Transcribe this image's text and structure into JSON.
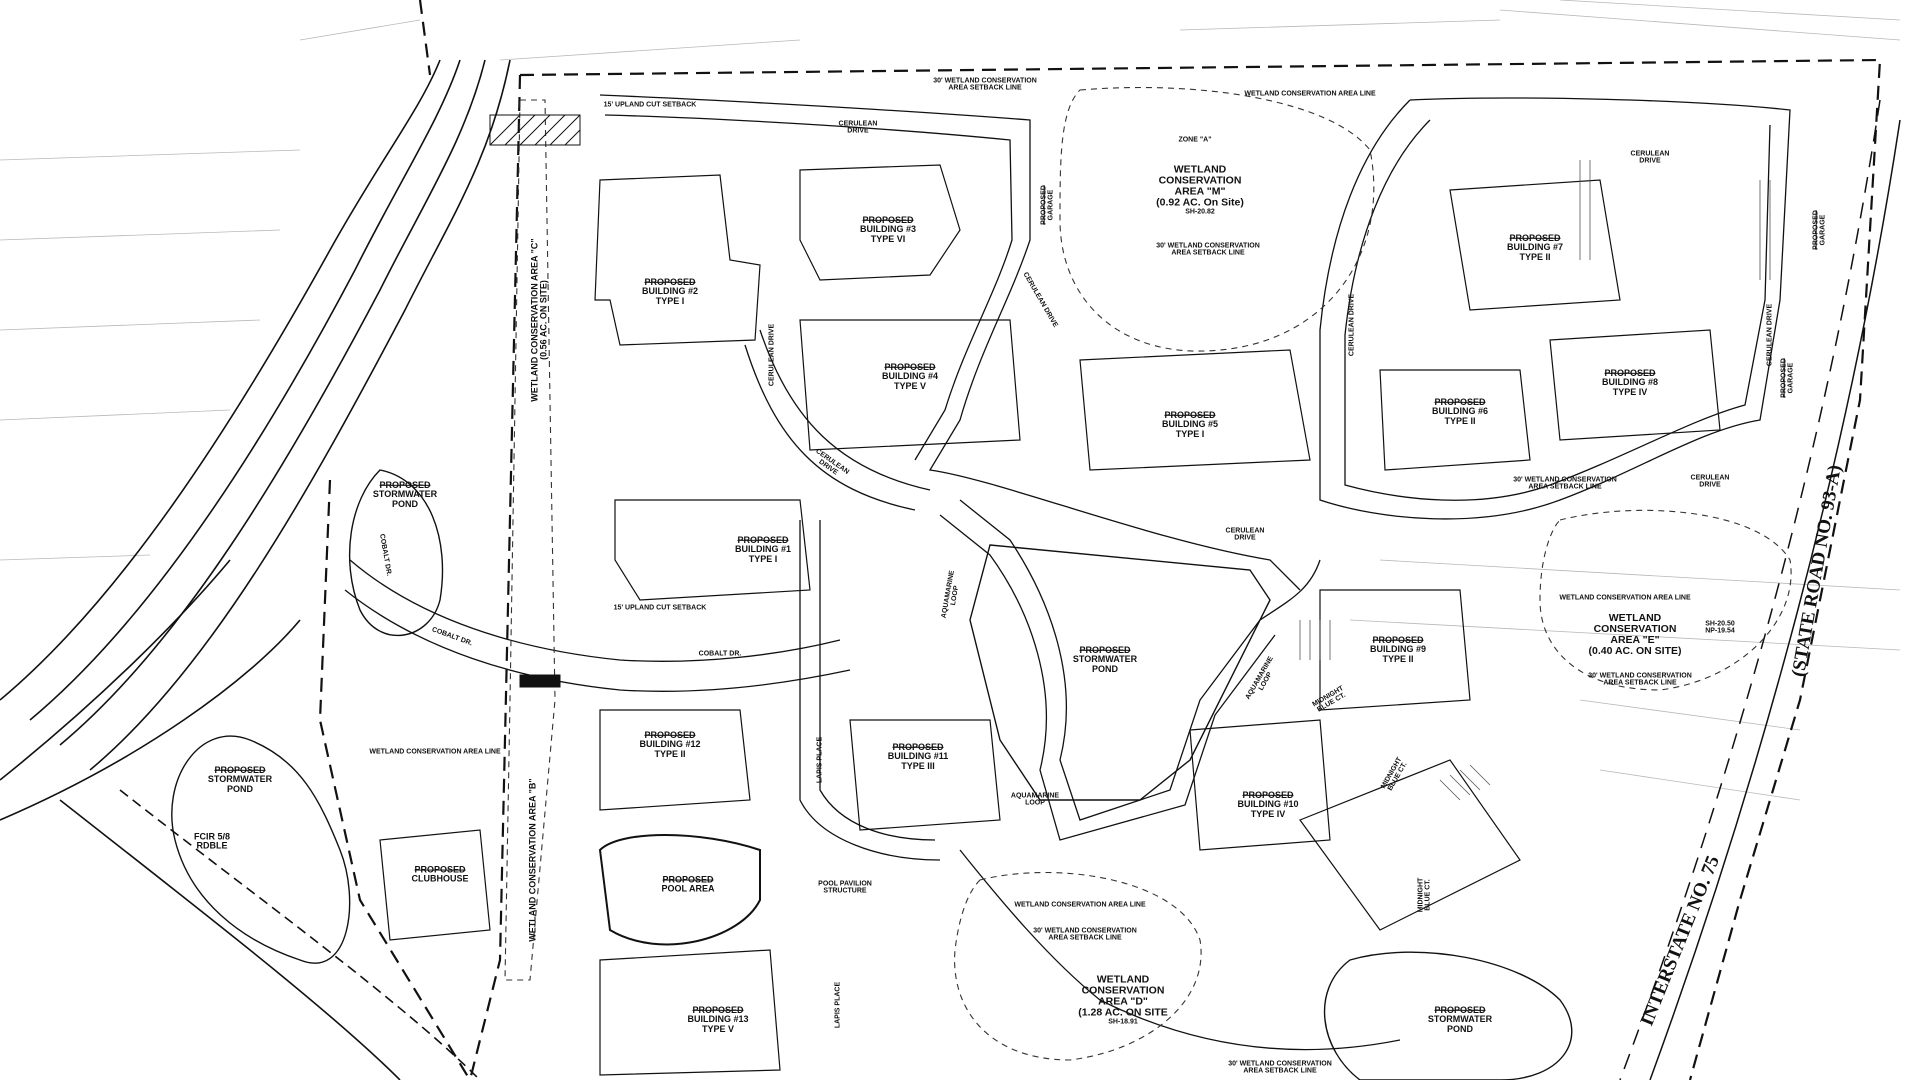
{
  "buildings": [
    {
      "id": "b1",
      "tag": "PROPOSED",
      "name": "BUILDING #1",
      "type": "TYPE I"
    },
    {
      "id": "b2",
      "tag": "PROPOSED",
      "name": "BUILDING #2",
      "type": "TYPE I"
    },
    {
      "id": "b3",
      "tag": "PROPOSED",
      "name": "BUILDING #3",
      "type": "TYPE VI"
    },
    {
      "id": "b4",
      "tag": "PROPOSED",
      "name": "BUILDING #4",
      "type": "TYPE V"
    },
    {
      "id": "b5",
      "tag": "PROPOSED",
      "name": "BUILDING #5",
      "type": "TYPE I"
    },
    {
      "id": "b6",
      "tag": "PROPOSED",
      "name": "BUILDING #6",
      "type": "TYPE II"
    },
    {
      "id": "b7",
      "tag": "PROPOSED",
      "name": "BUILDING #7",
      "type": "TYPE II"
    },
    {
      "id": "b8",
      "tag": "PROPOSED",
      "name": "BUILDING #8",
      "type": "TYPE IV"
    },
    {
      "id": "b9",
      "tag": "PROPOSED",
      "name": "BUILDING #9",
      "type": "TYPE II"
    },
    {
      "id": "b10",
      "tag": "PROPOSED",
      "name": "BUILDING #10",
      "type": "TYPE IV"
    },
    {
      "id": "b11",
      "tag": "PROPOSED",
      "name": "BUILDING #11",
      "type": "TYPE III"
    },
    {
      "id": "b12",
      "tag": "PROPOSED",
      "name": "BUILDING #12",
      "type": "TYPE II"
    },
    {
      "id": "b13",
      "tag": "PROPOSED",
      "name": "BUILDING #13",
      "type": "TYPE V"
    }
  ],
  "amenities": {
    "stormwater_tag": "PROPOSED",
    "stormwater_a": "STORMWATER",
    "stormwater_b": "POND",
    "clubhouse": "CLUBHOUSE",
    "pool": "POOL AREA",
    "garage_a": "PROPOSED",
    "garage_b": "GARAGE",
    "pool_pavilion_a": "POOL PAVILION",
    "pool_pavilion_b": "STRUCTURE",
    "zone": "ZONE \"A\""
  },
  "wetlands": {
    "m": {
      "l1": "WETLAND",
      "l2": "CONSERVATION",
      "l3": "AREA \"M\"",
      "l4": "(0.92 AC. On Site)",
      "l5": "SH-20.82"
    },
    "e": {
      "l1": "WETLAND",
      "l2": "CONSERVATION",
      "l3": "AREA \"E\"",
      "l4": "(0.40 AC. ON SITE)",
      "l5": "SH-20.50",
      "l6": "NP-19.54"
    },
    "d": {
      "l1": "WETLAND",
      "l2": "CONSERVATION",
      "l3": "AREA \"D\"",
      "l4": "(1.28 AC. ON SITE",
      "l5": "SH-18.91"
    },
    "b": {
      "l1": "WETLAND CONSERVATION AREA \"B\""
    },
    "c": {
      "l1": "WETLAND CONSERVATION AREA \"C\"",
      "l2": "(0.56 AC. ON SITE)"
    },
    "line": "WETLAND CONSERVATION AREA LINE",
    "setback_a": "30' WETLAND CONSERVATION",
    "setback_b": "AREA SETBACK LINE",
    "upland": "15' UPLAND CUT SETBACK"
  },
  "streets": {
    "cerulean": "CERULEAN DRIVE",
    "cerulean_a": "CERULEAN",
    "cerulean_b": "DRIVE",
    "cobalt": "COBALT DR.",
    "aquamarine_a": "AQUAMARINE",
    "aquamarine_b": "LOOP",
    "lapis": "LAPIS PLACE",
    "midnight_a": "MIDNIGHT",
    "midnight_b": "BLUE CT."
  },
  "roads": {
    "interstate": "INTERSTATE NO. 75",
    "state_road": "(STATE ROAD NO. 93-A)"
  },
  "monuments": {
    "fcir_a": "FCIR 5/8",
    "fcir_b": "RDBLE"
  },
  "colors": {
    "ink": "#111111",
    "paper": "#ffffff",
    "faint": "#8a8a8a"
  }
}
